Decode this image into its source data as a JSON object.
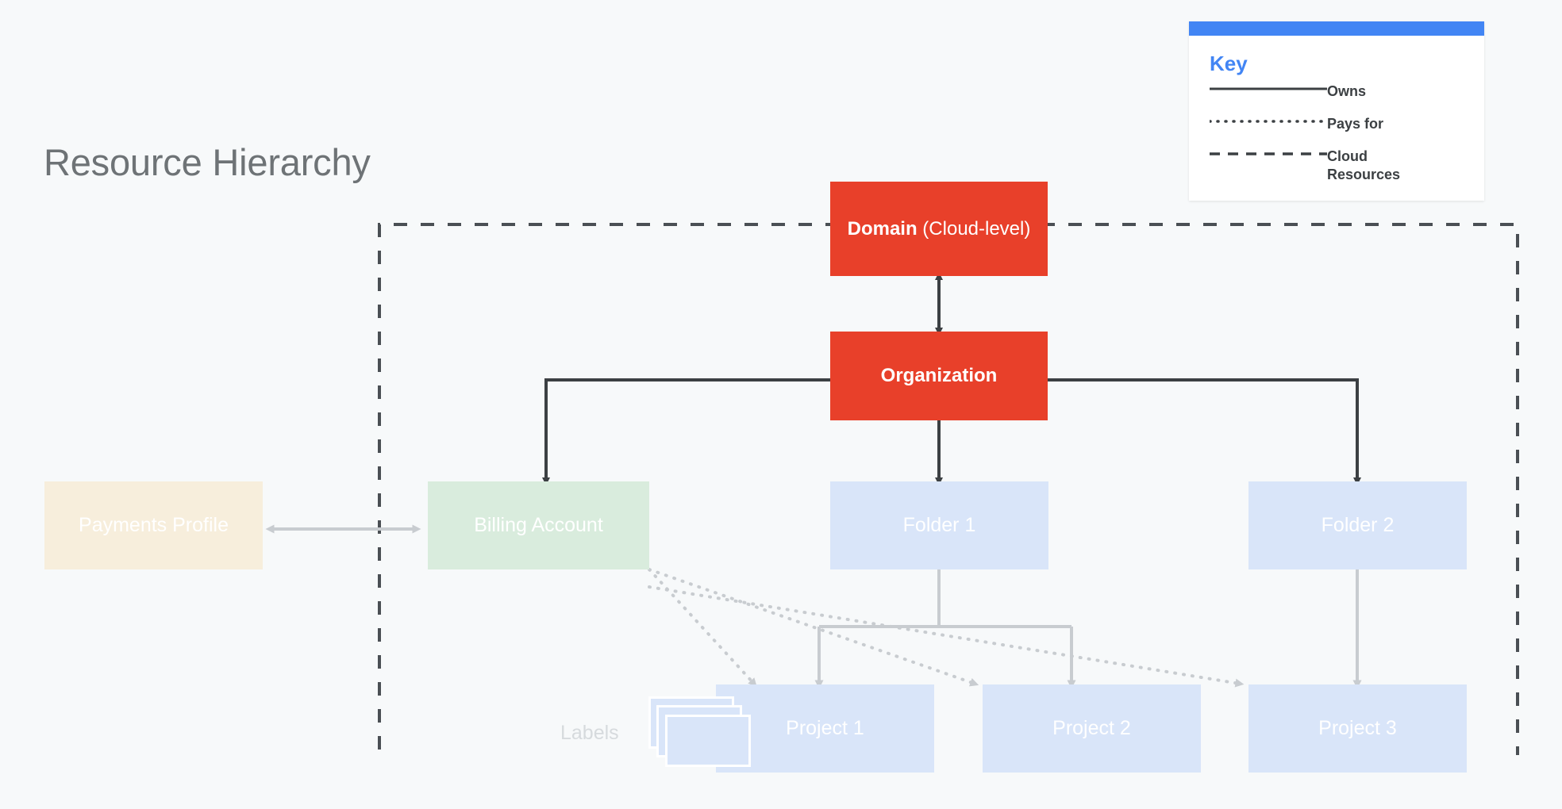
{
  "page": {
    "title": "Resource Hierarchy",
    "background_color": "#f7f9fa"
  },
  "key": {
    "title": "Key",
    "accent_color": "#4285f4",
    "items": [
      {
        "style": "solid",
        "label": "Owns"
      },
      {
        "style": "dotted",
        "label": "Pays for"
      },
      {
        "style": "dashed",
        "label": "Cloud Resources"
      }
    ]
  },
  "nodes": {
    "domain": {
      "name_bold": "Domain",
      "name_rest": " (Cloud-level)",
      "color": "#e8402a"
    },
    "organization": {
      "label": "Organization",
      "color": "#e8402a"
    },
    "payments_profile": {
      "label": "Payments Profile",
      "color": "#f7eedc"
    },
    "billing_account": {
      "label": "Billing Account",
      "color": "#d9ecdd"
    },
    "folder1": {
      "label": "Folder 1",
      "color": "#d9e5f9"
    },
    "folder2": {
      "label": "Folder 2",
      "color": "#d9e5f9"
    },
    "project1": {
      "label": "Project 1",
      "color": "#d9e5f9"
    },
    "project2": {
      "label": "Project 2",
      "color": "#d9e5f9"
    },
    "project3": {
      "label": "Project 3",
      "color": "#d9e5f9"
    }
  },
  "annotations": {
    "labels_marker": "Labels"
  },
  "edges": {
    "owns_color": "#3c4043",
    "pays_for_color": "#c8ccd0",
    "cloud_resources_color": "#4a4f54",
    "hierarchy_light_color": "#c8ccd0"
  }
}
